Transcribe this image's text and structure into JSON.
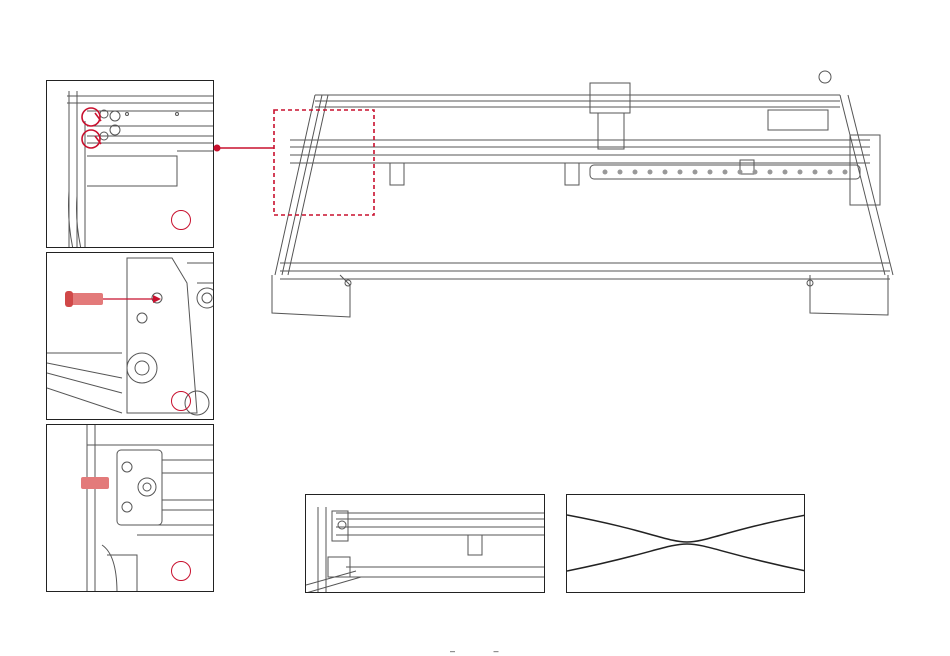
{
  "colors": {
    "accent": "#c8102e",
    "line": "#222222",
    "frame": "#555555"
  },
  "steps": [
    {
      "id": "step-1",
      "label": ""
    },
    {
      "id": "step-2",
      "label": ""
    },
    {
      "id": "step-3",
      "label": ""
    }
  ],
  "figures": {
    "detail_1": "screw-removal-detail",
    "detail_2": "bolt-insertion-detail",
    "detail_3": "bolt-installed-detail",
    "main": "laser-engraver-frame-overview",
    "bottom_left": "x-axis-rail-closeup",
    "bottom_right": "belt-crossing-illustration"
  },
  "page_marks": "– –"
}
